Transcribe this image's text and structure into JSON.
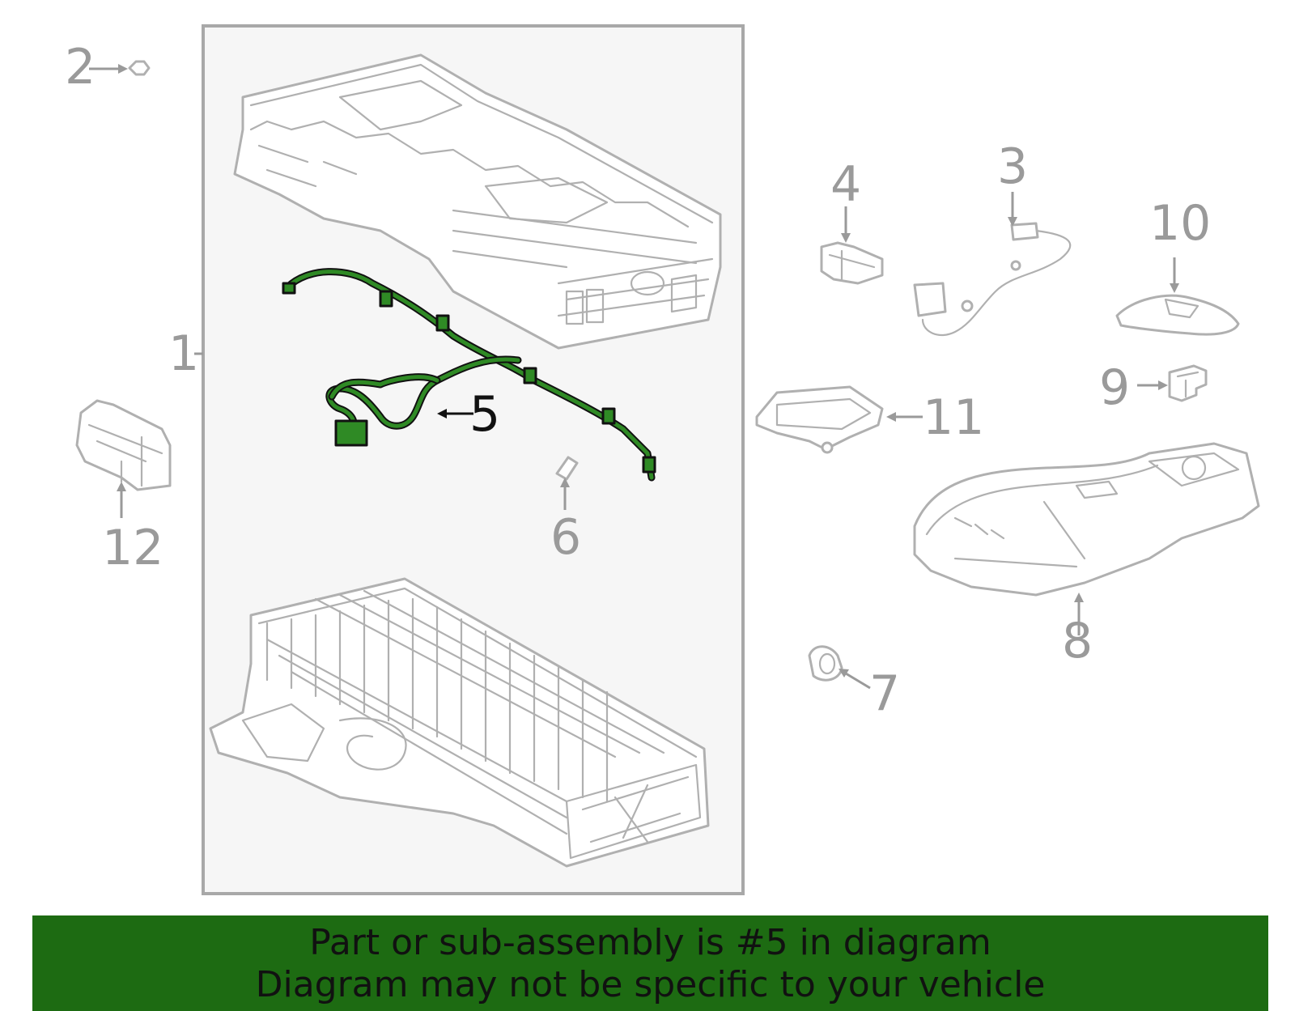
{
  "diagram": {
    "highlighted_part": "5",
    "highlight_color": "#1d6b12",
    "callouts": {
      "c1": "1",
      "c2": "2",
      "c3": "3",
      "c4": "4",
      "c5": "5",
      "c6": "6",
      "c7": "7",
      "c8": "8",
      "c9": "9",
      "c10": "10",
      "c11": "11",
      "c12": "12"
    }
  },
  "banner": {
    "line1": "Part or sub-assembly is #5 in diagram",
    "line2": "Diagram may not be specific to your vehicle",
    "background": "#1d6b12"
  }
}
